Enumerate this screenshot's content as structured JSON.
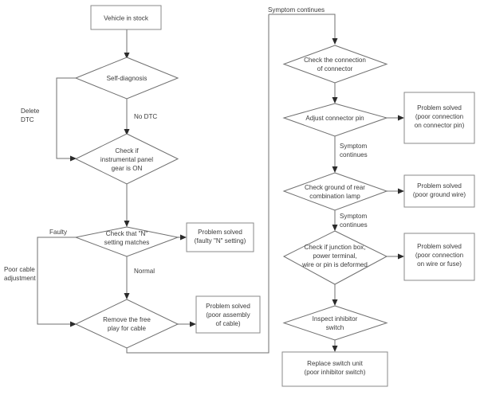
{
  "diagram": {
    "title": "Vehicle diagnosis troubleshooting flowchart",
    "type": "flowchart",
    "colors": {
      "box_stroke": "#8a8a8a",
      "diamond_stroke": "#6f6f6f",
      "connector": "#6f6f6f",
      "connector_gray": "#a0a0a0",
      "arrowhead": "#2b2b2b",
      "text": "#3a3a3a",
      "background": "#ffffff"
    },
    "nodes": {
      "vehicle_in_stock": {
        "shape": "box",
        "text": "Vehicle in stock"
      },
      "self_diagnosis": {
        "shape": "diamond",
        "text": "Self-diagnosis"
      },
      "check_instrumental_panel": {
        "shape": "diamond",
        "line1": "Check if",
        "line2": "instrumental panel",
        "line3": "gear is ON"
      },
      "check_n_setting": {
        "shape": "diamond",
        "line1": "Check that \"N\"",
        "line2": "setting matches"
      },
      "solved_n_setting": {
        "shape": "box",
        "line1": "Problem solved",
        "line2": "(faulty \"N\" setting)"
      },
      "remove_free_play": {
        "shape": "diamond",
        "line1": "Remove the free",
        "line2": "play for cable"
      },
      "solved_cable_assembly": {
        "shape": "box",
        "line1": "Problem solved",
        "line2": "(poor assembly",
        "line3": "of cable)"
      },
      "check_connection_connector": {
        "shape": "diamond",
        "line1": "Check the connection",
        "line2": "of connector"
      },
      "adjust_connector_pin": {
        "shape": "diamond",
        "text": "Adjust connector pin"
      },
      "solved_connector_pin": {
        "shape": "box",
        "line1": "Problem solved",
        "line2": "(poor connection",
        "line3": "on connector pin)"
      },
      "check_ground_lamp": {
        "shape": "diamond",
        "line1": "Check ground of rear",
        "line2": "combination lamp"
      },
      "solved_ground_wire": {
        "shape": "box",
        "line1": "Problem solved",
        "line2": "(poor ground wire)"
      },
      "check_junction_box": {
        "shape": "diamond",
        "line1": "Check if junction box,",
        "line2": "power terminal,",
        "line3": "wire or pin is deformed"
      },
      "solved_wire_fuse": {
        "shape": "box",
        "line1": "Problem solved",
        "line2": "(poor connection",
        "line3": "on wire or fuse)"
      },
      "inspect_inhibitor_switch": {
        "shape": "diamond",
        "line1": "Inspect inhibitor",
        "line2": "switch"
      },
      "replace_switch_unit": {
        "shape": "box",
        "line1": "Replace switch unit",
        "line2": "(poor inhibitor switch)"
      }
    },
    "edge_labels": {
      "delete_dtc_1": "Delete",
      "delete_dtc_2": "DTC",
      "no_dtc": "No DTC",
      "faulty": "Faulty",
      "poor_cable_1": "Poor cable",
      "poor_cable_2": "adjustment",
      "normal": "Normal",
      "symptom_continues_top": "Symptom continues",
      "symptom_continues_1a": "Symptom",
      "symptom_continues_1b": "continues",
      "symptom_continues_2a": "Symptom",
      "symptom_continues_2b": "continues"
    }
  }
}
